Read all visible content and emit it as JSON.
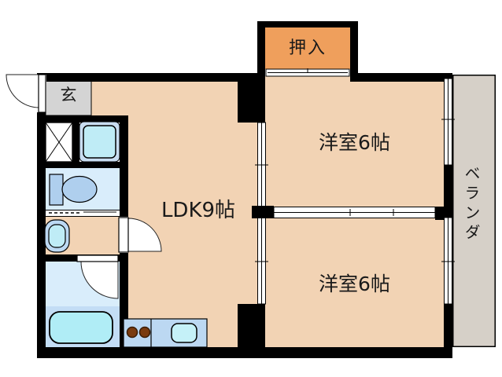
{
  "floorplan": {
    "labels": {
      "closet": "押入",
      "entrance": "玄",
      "ldk": "LDK9帖",
      "room_top": "洋室6帖",
      "room_bottom": "洋室6帖",
      "balcony": "ベランダ"
    },
    "colors": {
      "wall": "#000000",
      "room_floor": "#F2D3B4",
      "closet_fill": "#EF9F5C",
      "entrance_fill": "#D4D4D4",
      "balcony_fill": "#D6D0C8",
      "wet_room_fill": "#D9EDFB",
      "bath_lower_fill": "#C3DDF5",
      "fixture_blue": "#AFCFEE",
      "counter_blue": "#BCD8F2",
      "pan_outer_blue": "#C9DDF1",
      "washer_cyan": "#BFECF6",
      "sink_cyan": "#C5F1F8",
      "tub_cyan": "#B0EDF6",
      "burner_brown": "#7A3B0F",
      "door_white": "#FFFFFF"
    }
  }
}
